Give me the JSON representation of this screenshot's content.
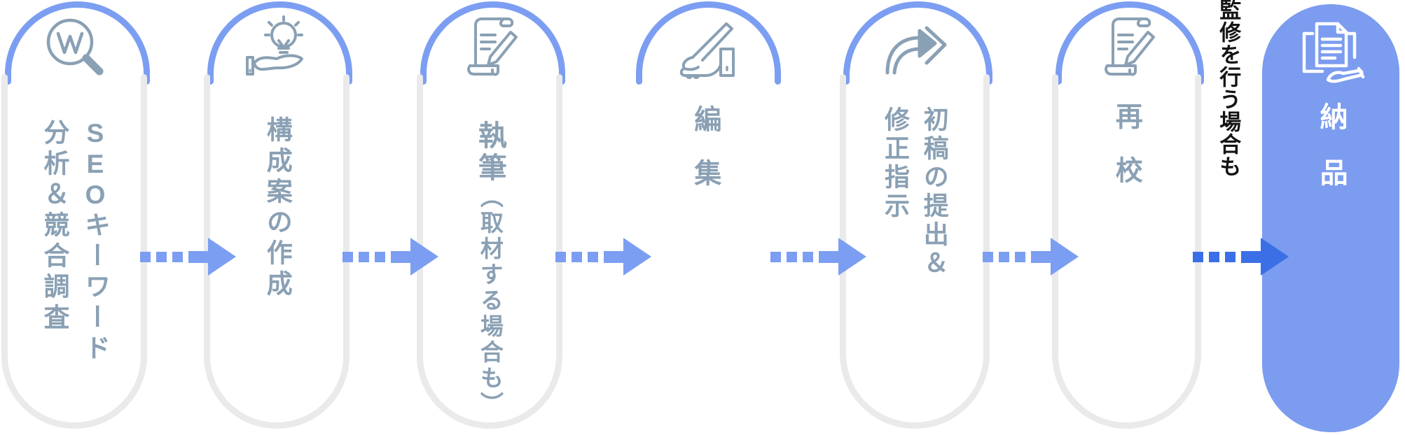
{
  "diagram": {
    "annotation": "監修を行う場合も",
    "steps": [
      {
        "name": "seo-keyword-research",
        "label": "SEOキーワード\n分析＆競合調査",
        "icon": "keyword-search-magnifier-icon"
      },
      {
        "name": "outline-creation",
        "label": "構成案の作成",
        "icon": "idea-hand-lightbulb-icon"
      },
      {
        "name": "writing",
        "label_main": "執筆",
        "label_sub": "（取材する場合も）",
        "icon": "scroll-pencil-icon"
      },
      {
        "name": "editing",
        "label": "編集",
        "icon": "hand-writing-pen-icon"
      },
      {
        "name": "first-draft-submission",
        "label": "初稿の提出＆\n修正指示",
        "icon": "forward-arrows-icon"
      },
      {
        "name": "reproofing",
        "label": "再校",
        "icon": "scroll-pencil-icon"
      },
      {
        "name": "delivery",
        "label": "納品",
        "icon": "document-delivery-hand-icon"
      }
    ],
    "colors": {
      "accent_blue": "#7C9EF2",
      "dark_blue": "#3B6FE6",
      "outline_gray": "#EAEAEA",
      "text_slate": "#8AA0B4",
      "filled_pill_blue": "#7B9CEF",
      "annotation_black": "#141414",
      "filled_text_white": "#FFFFFF"
    }
  }
}
